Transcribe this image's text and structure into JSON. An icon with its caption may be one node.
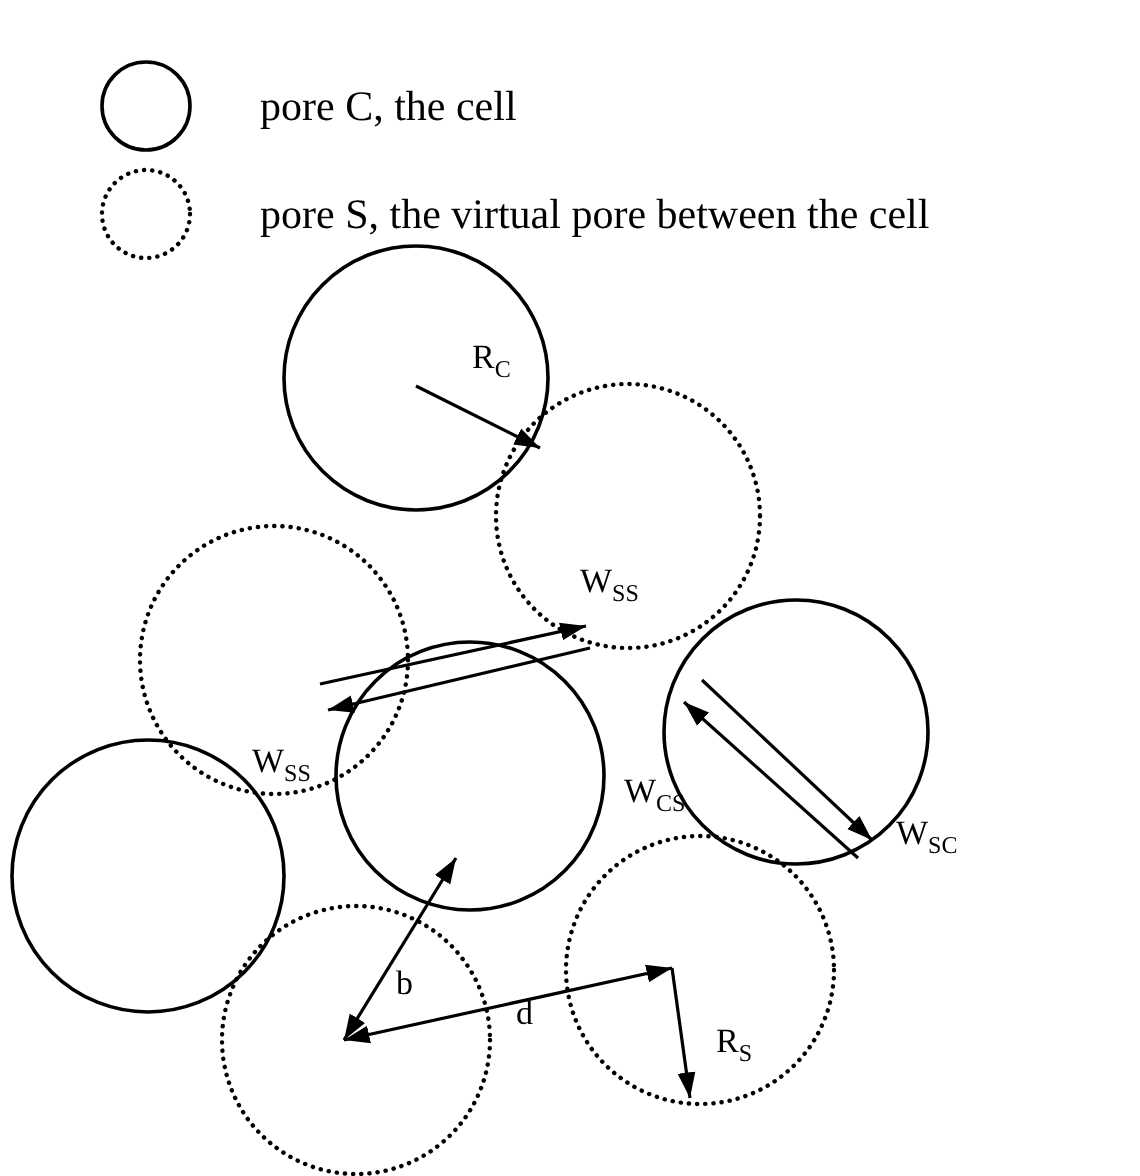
{
  "diagram": {
    "labels": [
      "R$_{C}$",
      "W$_{SS}$",
      "W$_{SS}$",
      "W$_{CS}$",
      "W$_{SC}$",
      "b",
      "d",
      "R$_{S}$"
    ],
    "legend": [
      {
        "text": "pore C, the cell"
      },
      {
        "text": "pore S, the virtual pore between the cell"
      }
    ]
  }
}
